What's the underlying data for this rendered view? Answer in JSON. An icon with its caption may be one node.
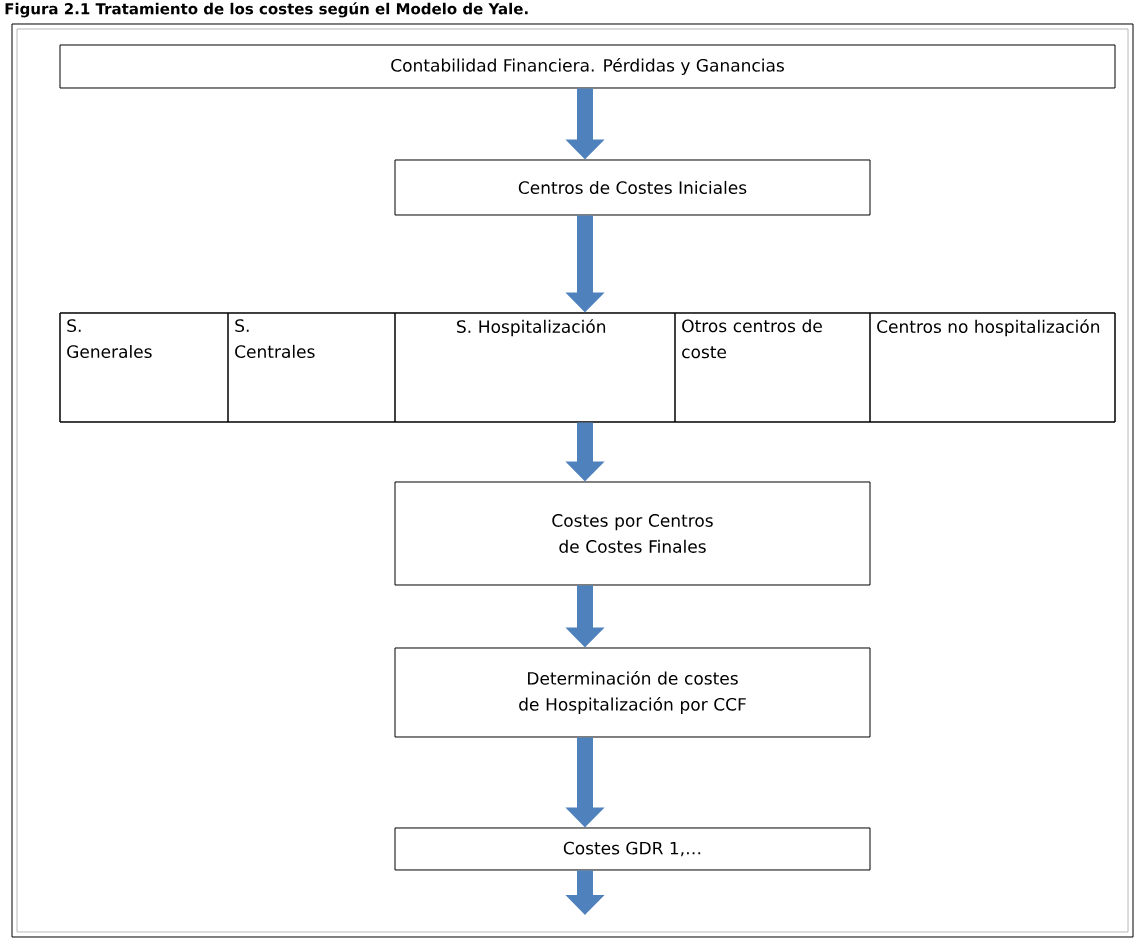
{
  "diagram": {
    "title": "Figura 2.1 Tratamiento de los costes según el Modelo de Yale.",
    "nodes": [
      {
        "text": [
          "Contabilidad Financiera. Pérdidas y Ganancias"
        ]
      },
      {
        "text": [
          "Centros de Costes Iniciales"
        ]
      },
      {
        "text": [],
        "shape": "box"
      },
      {
        "text": [
          "S. Generales"
        ],
        "in": 2
      },
      {
        "text": [
          "S. Centrales"
        ],
        "in": 2
      },
      {
        "text": [
          "S. Hospitalización"
        ],
        "in": 2
      },
      {
        "text": [
          "Otros centros de coste"
        ],
        "in": 2
      },
      {
        "text": [
          "Centros no hospitalización"
        ],
        "in": 2
      },
      {
        "text": [
          "Costes por Centros de Costes Finales"
        ]
      },
      {
        "text": [
          "Determinación de costes de Hospitalización por CCF"
        ]
      },
      {
        "text": [
          "Costes GDR 1,…"
        ]
      }
    ],
    "edges": [
      {
        "from": 0,
        "to": 1,
        "arrow": "to"
      },
      {
        "from": 1,
        "to": 2,
        "arrow": "to"
      },
      {
        "from": 2,
        "to": 8,
        "arrow": "to"
      },
      {
        "from": 8,
        "to": 9,
        "arrow": "to"
      },
      {
        "from": 9,
        "to": 10,
        "arrow": "to"
      },
      {
        "from": 10,
        "to": null,
        "arrow": "to"
      }
    ]
  }
}
